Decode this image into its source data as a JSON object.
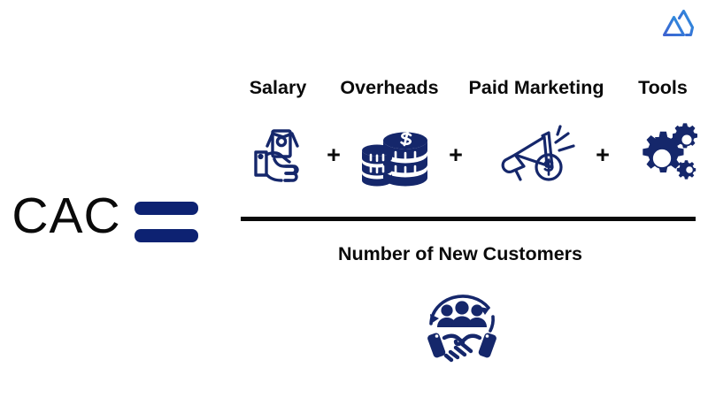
{
  "brand": {
    "logo_icon": "mountain-logo-icon",
    "colors": {
      "start": "#3b6fd4",
      "end": "#2f9ae0"
    }
  },
  "formula": {
    "result_term": "CAC",
    "equals_symbol": "=",
    "equals_color": "#0d2272",
    "operator": "+",
    "numerator": {
      "terms": [
        {
          "label": "Salary",
          "icon": "hand-holding-cash-icon"
        },
        {
          "label": "Overheads",
          "icon": "coin-stacks-dollar-icon"
        },
        {
          "label": "Paid Marketing",
          "icon": "megaphone-dollar-icon"
        },
        {
          "label": "Tools",
          "icon": "gears-icon"
        }
      ]
    },
    "denominator": {
      "label": "Number of New Customers",
      "icon": "handshake-customers-icon"
    },
    "icon_color": "#15276b",
    "text_color": "#0a0a0a"
  }
}
